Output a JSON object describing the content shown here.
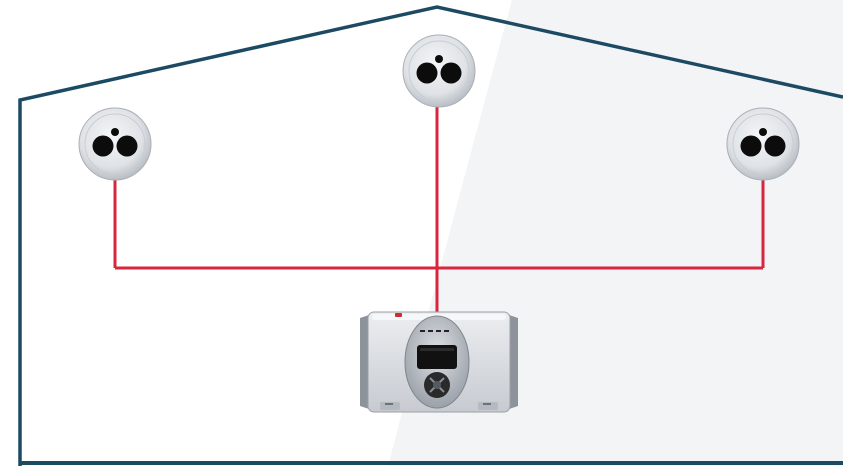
{
  "diagram": {
    "colors": {
      "background": "#ffffff",
      "background_shade": "#f2f4f6",
      "house_outline": "#1d4a63",
      "cable": "#d7263d",
      "sensor_body": "#e3e6ea",
      "sensor_port": "#0c0c0c",
      "controller_body": "#d8dbe0",
      "controller_screen": "#111111",
      "controller_accent": "#c9302c"
    },
    "nodes": [
      {
        "id": "sensor-left",
        "icon": "sensor-icon"
      },
      {
        "id": "sensor-center",
        "icon": "sensor-icon"
      },
      {
        "id": "sensor-right",
        "icon": "sensor-icon"
      },
      {
        "id": "controller",
        "icon": "controller-unit-icon"
      }
    ],
    "connections": [
      {
        "from": "sensor-left",
        "to": "controller"
      },
      {
        "from": "sensor-center",
        "to": "controller"
      },
      {
        "from": "sensor-right",
        "to": "controller"
      }
    ]
  }
}
